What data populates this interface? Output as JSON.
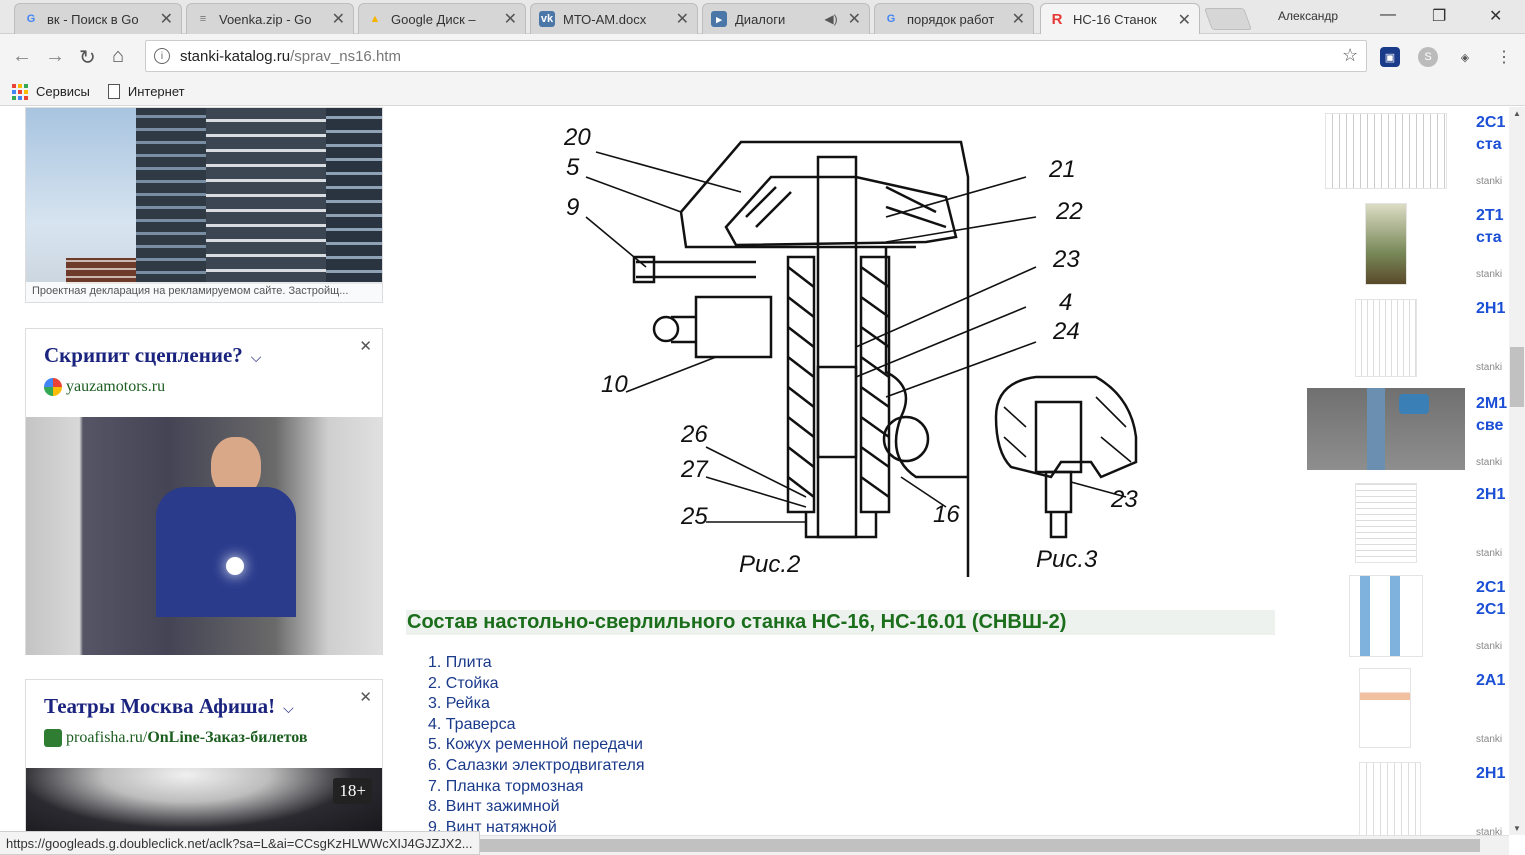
{
  "browser": {
    "tabs": [
      {
        "title": "вк - Поиск в Go",
        "favicon": "google-icon"
      },
      {
        "title": "Voenka.zip - Go",
        "favicon": "doc-icon"
      },
      {
        "title": "Google Диск –",
        "favicon": "drive-icon"
      },
      {
        "title": "МТО-АМ.docx",
        "favicon": "vk-icon"
      },
      {
        "title": "Диалоги",
        "favicon": "vk-icon"
      },
      {
        "title": "порядок работ",
        "favicon": "google-icon"
      },
      {
        "title": "НС-16 Станок",
        "favicon": "r-icon"
      }
    ],
    "profile_name": "Александр",
    "url_host": "stanki-katalog.ru",
    "url_path": "/sprav_ns16.htm",
    "bookmarks": [
      "Сервисы",
      "Интернет"
    ],
    "status_url": "https://googleads.g.doubleclick.net/aclk?sa=L&ai=CCsgKzHLWWcXIJ4GJZJX2..."
  },
  "left_ads": {
    "building_caption": "Проектная декларация на рекламируемом сайте. Застройщ...",
    "ad1": {
      "title": "Скрипит сцепление?",
      "site": "yauzamotors.ru"
    },
    "ad2": {
      "title": "Театры Москва Афиша!",
      "site_plain": "proafisha.ru/",
      "site_bold": "OnLine-Заказ-билетов",
      "age": "18+"
    }
  },
  "figure": {
    "caption_left": "Рис.2",
    "caption_right": "Рис.3",
    "labels": [
      "20",
      "5",
      "9",
      "10",
      "26",
      "27",
      "25",
      "21",
      "22",
      "23",
      "4",
      "24",
      "16",
      "23"
    ]
  },
  "main": {
    "heading": "Состав настольно-сверлильного станка НС-16, НС-16.01 (СНВШ-2)",
    "parts": [
      "1. Плита",
      "2. Стойка",
      "3. Рейка",
      "4. Траверса",
      "5. Кожух ременной передачи",
      "6. Салазки электродвигателя",
      "7. Планка тормозная",
      "8. Винт зажимной",
      "9. Винт натяжной"
    ]
  },
  "related": [
    {
      "name": "2С1\nста",
      "src": "stanki"
    },
    {
      "name": "2Т1\nста",
      "src": "stanki"
    },
    {
      "name": "2Н1",
      "src": "stanki"
    },
    {
      "name": "2М1\nсве",
      "src": "stanki"
    },
    {
      "name": "2Н1",
      "src": "stanki"
    },
    {
      "name": "2С1\n2С1",
      "src": "stanki"
    },
    {
      "name": "2А1",
      "src": "stanki"
    },
    {
      "name": "2Н1",
      "src": "stanki"
    }
  ],
  "colors": {
    "accent_link": "#1a4fd6",
    "heading_green": "#1b6e1b",
    "ad_title": "#1a237e"
  }
}
